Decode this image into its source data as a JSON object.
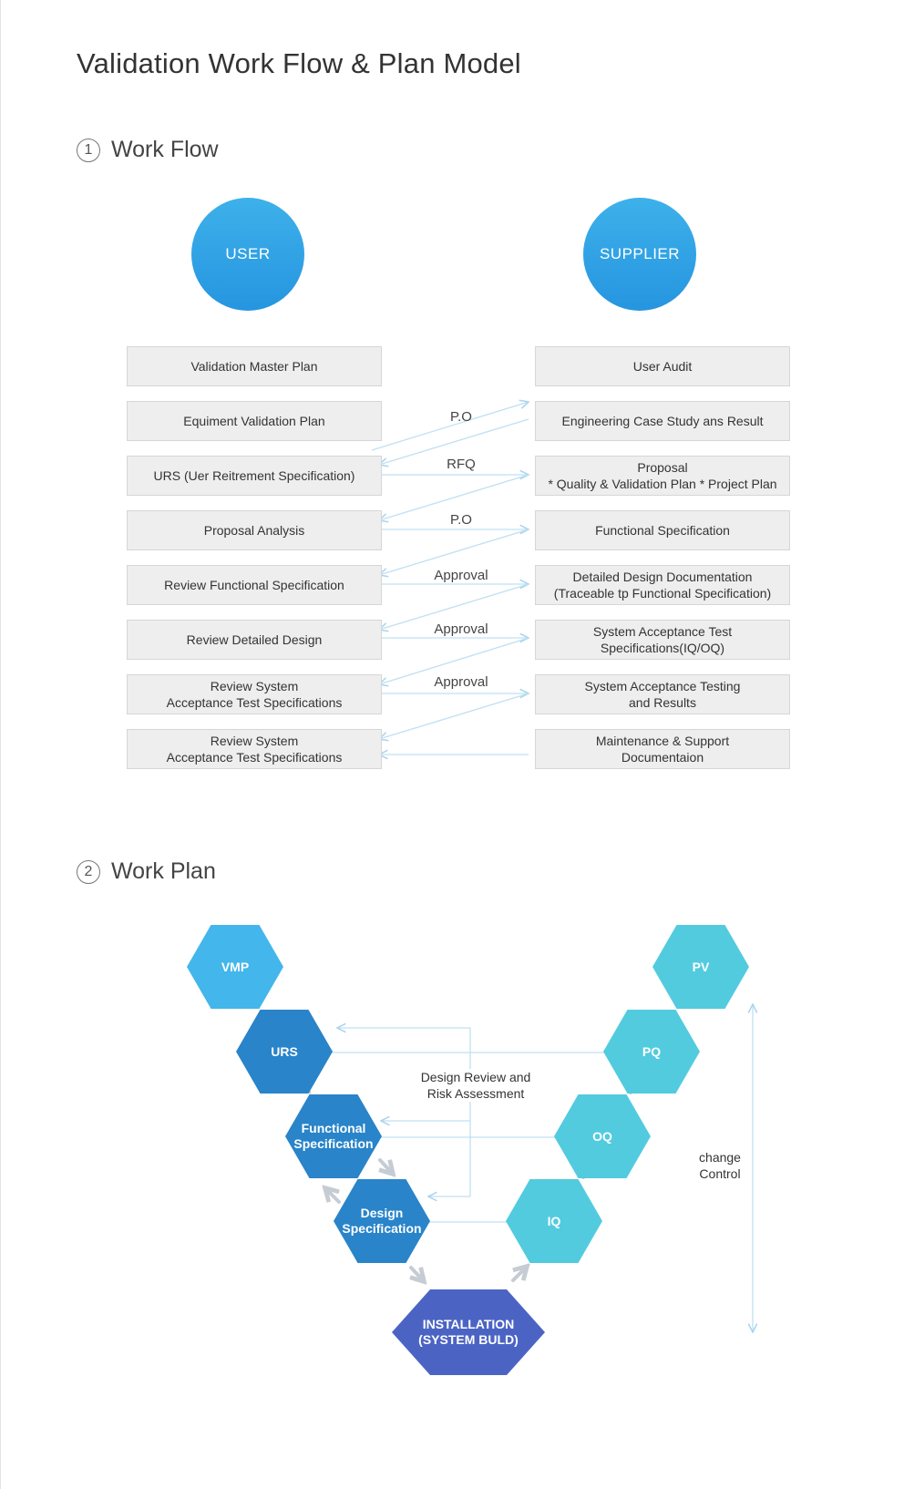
{
  "title": "Validation Work Flow & Plan Model",
  "sections": {
    "workflow": {
      "num": "1",
      "title": "Work Flow"
    },
    "workplan": {
      "num": "2",
      "title": "Work Plan"
    }
  },
  "workflow": {
    "user": "USER",
    "supplier": "SUPPLIER",
    "user_steps": [
      "Validation Master Plan",
      "Equiment Validation Plan",
      "URS (Uer Reitrement Specification)",
      "Proposal Analysis",
      "Review Functional Specification",
      "Review Detailed Design",
      "Review System\nAcceptance Test Specifications",
      "Review System\nAcceptance Test Specifications"
    ],
    "supplier_steps": [
      "User Audit",
      "Engineering Case Study ans Result",
      "Proposal\n* Quality & Validation Plan * Project Plan",
      "Functional Specification",
      "Detailed Design Documentation\n(Traceable tp Functional Specification)",
      "System Acceptance Test\nSpecifications(IQ/OQ)",
      "System Acceptance Testing\nand Results",
      "Maintenance & Support\nDocumentaion"
    ],
    "labels": [
      "P.O",
      "RFQ",
      "P.O",
      "Approval",
      "Approval",
      "Approval"
    ],
    "colors": {
      "circle": "#2a9be2",
      "box": "#eeeeee",
      "line": "#bfe0f2"
    }
  },
  "workplan": {
    "hexes": {
      "vmp": "VMP",
      "urs": "URS",
      "functional": "Functional\nSpecification",
      "design": "Design\nSpecification",
      "installation": "INSTALLATION\n(SYSTEM BULD)",
      "iq": "IQ",
      "oq": "OQ",
      "pq": "PQ",
      "pv": "PV"
    },
    "review_label": "Design Review and\nRisk Assessment",
    "change_label": "change\nControl",
    "colors": {
      "light_blue": "#43b6ec",
      "mid_blue": "#2984c9",
      "indigo": "#4b64c4",
      "cyan": "#52cbdf",
      "arrow": "#c6ccd3"
    }
  }
}
